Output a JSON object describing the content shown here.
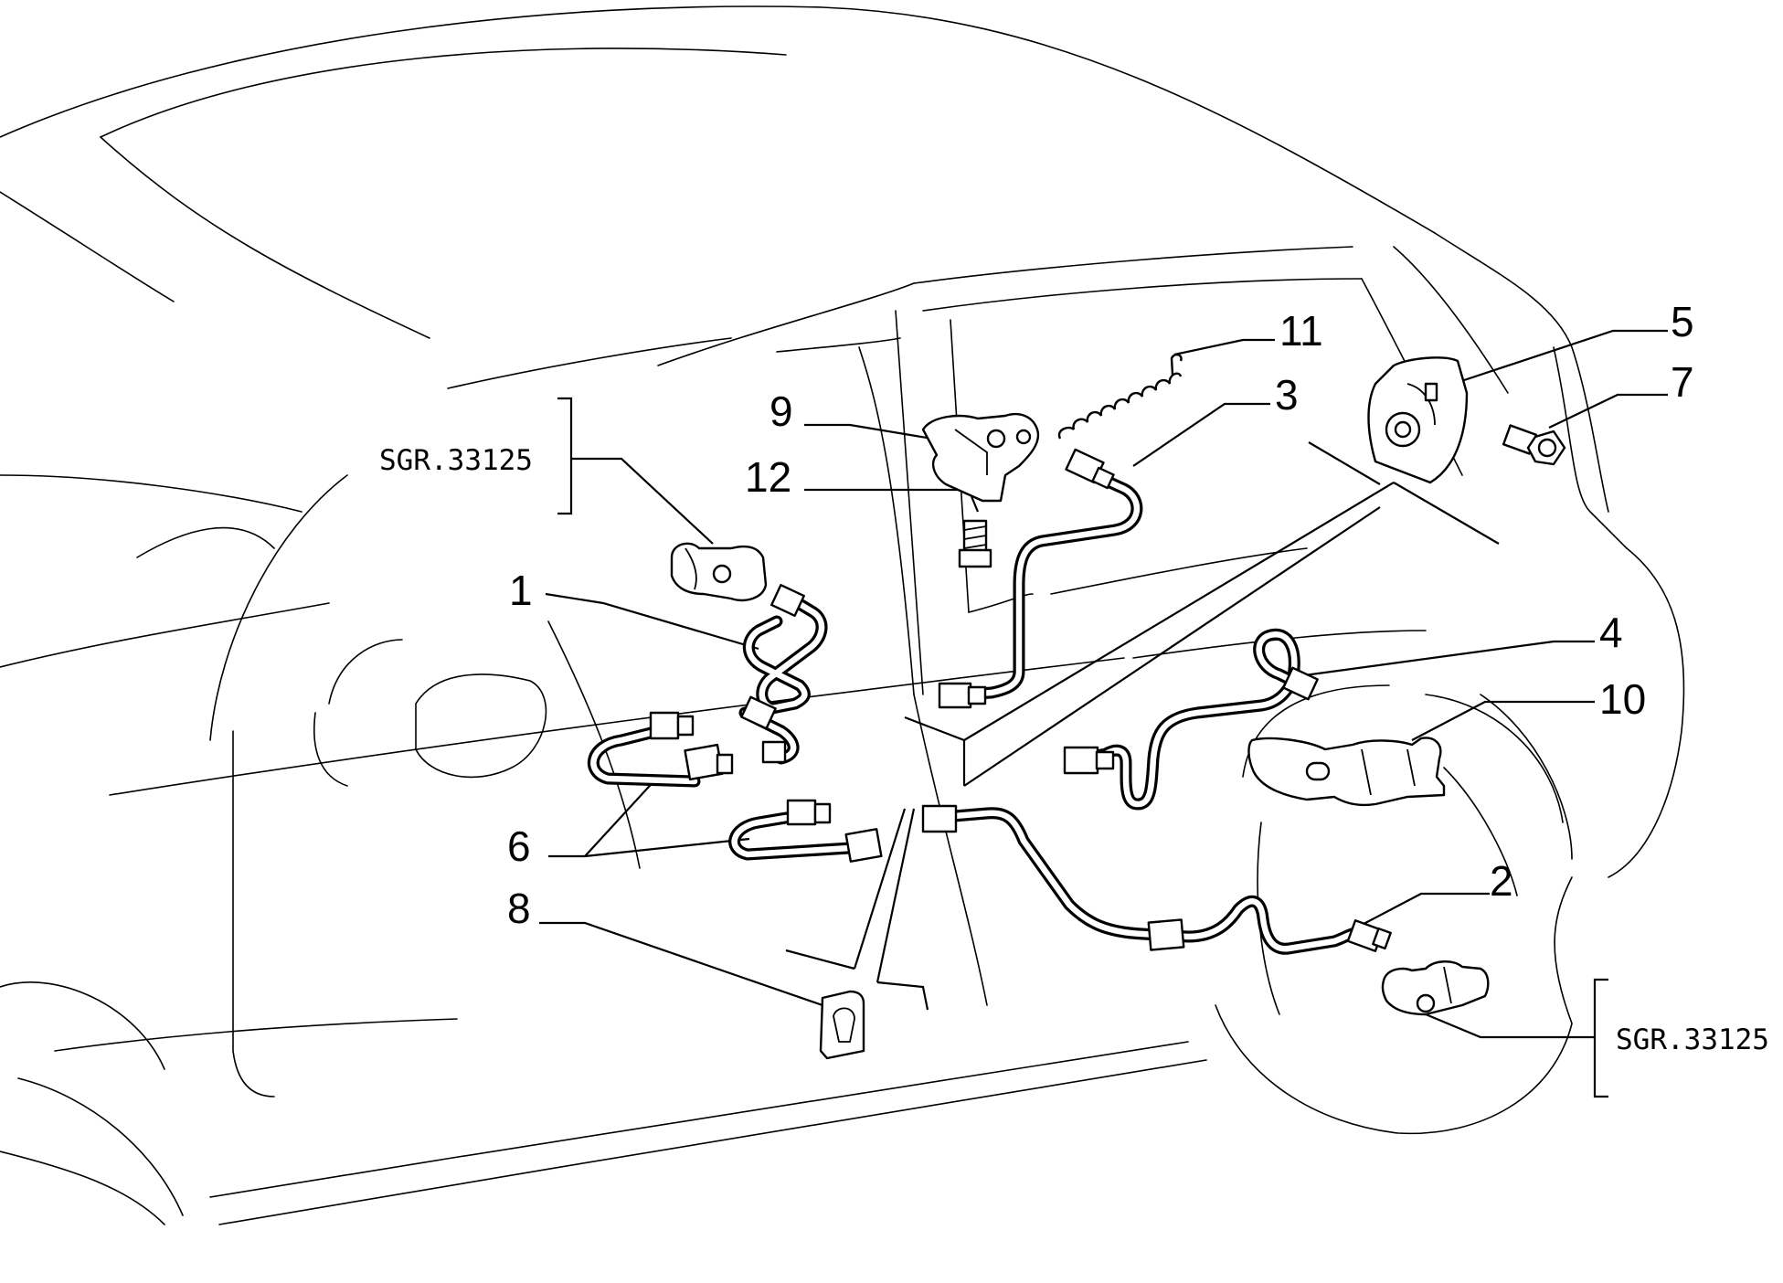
{
  "diagram": {
    "callouts": [
      {
        "id": "c1",
        "label": "1"
      },
      {
        "id": "c2",
        "label": "2"
      },
      {
        "id": "c3",
        "label": "3"
      },
      {
        "id": "c4",
        "label": "4"
      },
      {
        "id": "c5",
        "label": "5"
      },
      {
        "id": "c6",
        "label": "6"
      },
      {
        "id": "c7",
        "label": "7"
      },
      {
        "id": "c8",
        "label": "8"
      },
      {
        "id": "c9",
        "label": "9"
      },
      {
        "id": "c10",
        "label": "10"
      },
      {
        "id": "c11",
        "label": "11"
      },
      {
        "id": "c12",
        "label": "12"
      }
    ],
    "references": [
      {
        "id": "ref-left",
        "label": "SGR.33125"
      },
      {
        "id": "ref-right",
        "label": "SGR.33125"
      }
    ]
  }
}
